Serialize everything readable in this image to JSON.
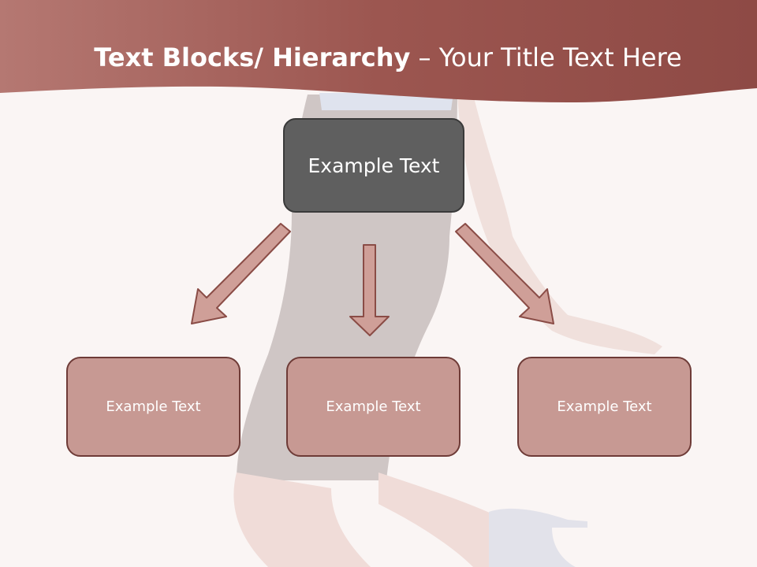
{
  "title": {
    "bold": "Text Blocks/ Hierarchy",
    "rest": " – Your Title Text Here"
  },
  "diagram": {
    "top_label": "Example Text",
    "children": [
      "Example Text",
      "Example Text",
      "Example Text"
    ]
  },
  "colors": {
    "header": "#9e5650",
    "top_box": "#5f5f5f",
    "child_box": "#c79993",
    "child_border": "#6e3b37",
    "arrow_fill": "#cf9f98",
    "arrow_stroke": "#8a4c46"
  }
}
